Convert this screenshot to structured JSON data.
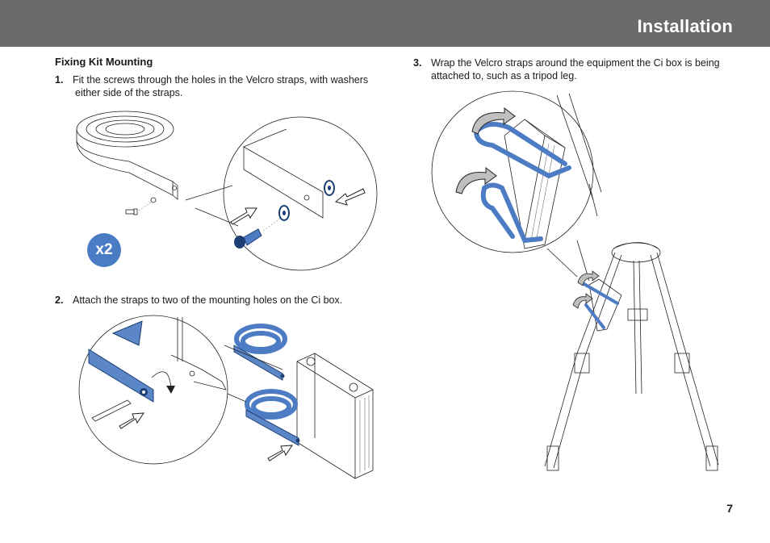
{
  "header": {
    "title": "Installation"
  },
  "section": {
    "heading": "Fixing Kit Mounting"
  },
  "steps": [
    {
      "number": "1.",
      "line1": "Fit the screws through the holes in the Velcro straps, with washers",
      "line2": "either side of the straps."
    },
    {
      "number": "2.",
      "line1": "Attach the straps to two of the mounting holes on the Ci box."
    },
    {
      "number": "3.",
      "line1": "Wrap the Velcro straps around the equipment the Ci box is being",
      "line2": "attached to, such as a tripod leg."
    }
  ],
  "badge": {
    "label": "x2",
    "color": "#4a7cc5"
  },
  "footer": {
    "page_number": "7"
  },
  "colors": {
    "header_bg": "#6b6a6a",
    "strap_blue": "#5b86c7"
  }
}
